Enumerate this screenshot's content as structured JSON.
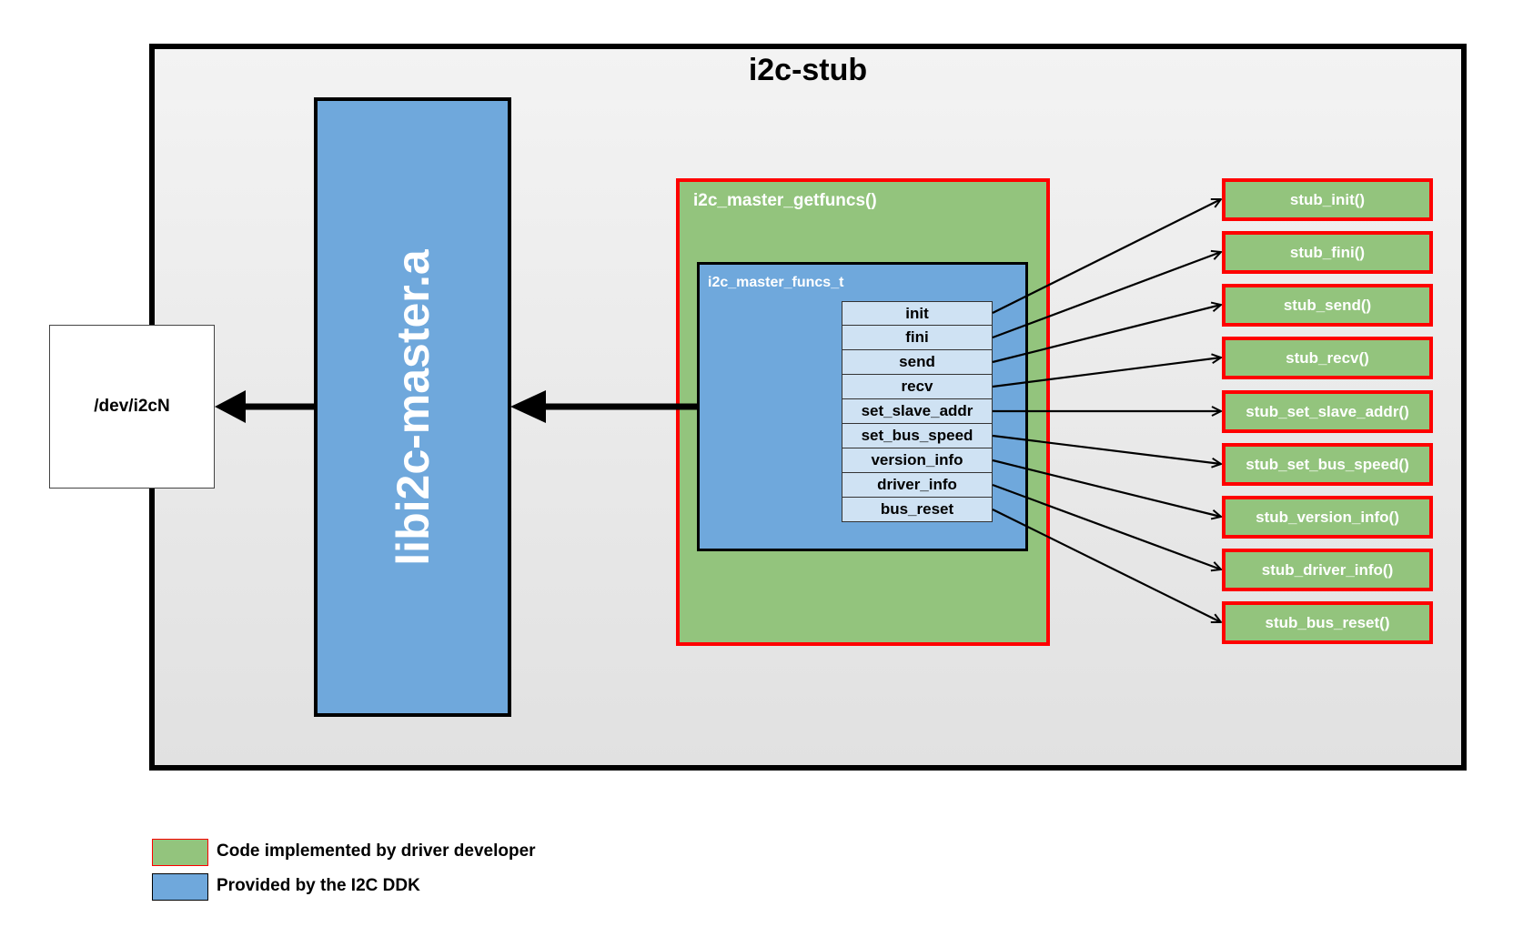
{
  "title": "i2c-stub",
  "library": {
    "label": "libi2c-master.a",
    "fill": "#6fa8dc"
  },
  "device_node": {
    "label": "/dev/i2cN"
  },
  "getfuncs": {
    "label": "i2c_master_getfuncs()",
    "fill": "#93c47d",
    "border": "#ff0000"
  },
  "funcs_struct": {
    "label": "i2c_master_funcs_t",
    "fields": [
      "init",
      "fini",
      "send",
      "recv",
      "set_slave_addr",
      "set_bus_speed",
      "version_info",
      "driver_info",
      "bus_reset"
    ]
  },
  "stubs": [
    "stub_init()",
    "stub_fini()",
    "stub_send()",
    "stub_recv()",
    "stub_set_slave_addr()",
    "stub_set_bus_speed()",
    "stub_version_info()",
    "stub_driver_info()",
    "stub_bus_reset()"
  ],
  "legend": [
    {
      "label": "Code implemented by driver developer",
      "fill": "#93c47d",
      "border": "#ff0000"
    },
    {
      "label": "Provided by the I2C DDK",
      "fill": "#6fa8dc",
      "border": "#000000"
    }
  ]
}
